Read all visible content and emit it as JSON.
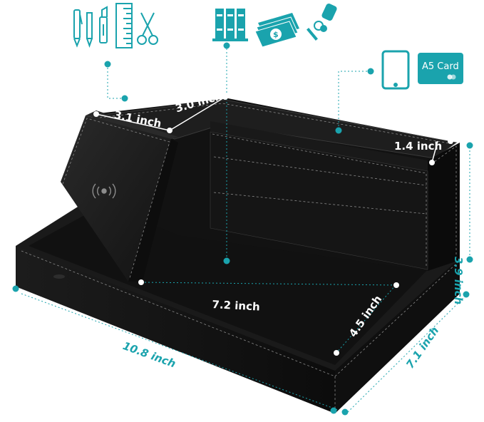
{
  "accent_color": "#1aa3ad",
  "product_color": "#141414",
  "icons": {
    "stationery": [
      "pen-icon",
      "pencil-icon",
      "utility-knife-icon",
      "ruler-icon",
      "scissors-icon"
    ],
    "documents": [
      "binders-icon",
      "cash-stack-icon",
      "keys-icon"
    ],
    "devices": [
      "tablet-icon",
      "card-icon"
    ]
  },
  "card_label": "A5 Card",
  "dimensions": {
    "compartment_width": "3.1 inch",
    "compartment_depth": "3.0 inch",
    "slot_depth": "1.4 inch",
    "tray_width": "7.2 inch",
    "tray_depth": "4.5 inch",
    "total_length": "10.8 inch",
    "total_depth": "7.1 inch",
    "total_height": "3.9 inch"
  }
}
